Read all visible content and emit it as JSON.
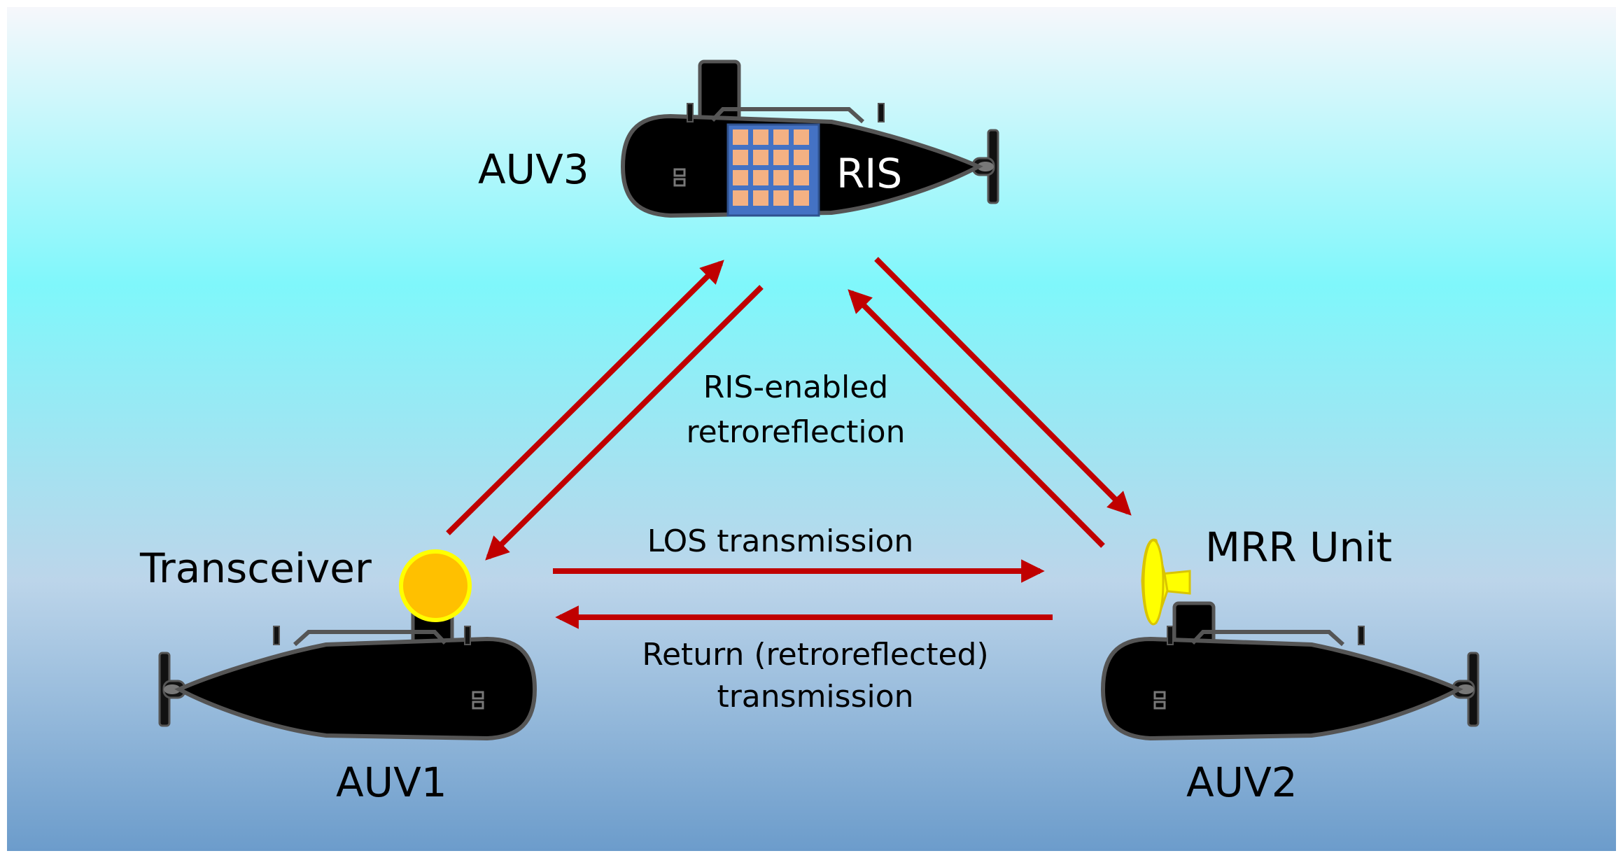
{
  "nodes": {
    "auv3": {
      "label": "AUV3",
      "device_label": "RIS"
    },
    "auv1": {
      "label": "AUV1",
      "device_label": "Transceiver"
    },
    "auv2": {
      "label": "AUV2",
      "device_label": "MRR Unit"
    }
  },
  "links": {
    "ris_path": {
      "line1": "RIS-enabled",
      "line2": "retroreflection"
    },
    "los": {
      "label": "LOS transmission"
    },
    "return": {
      "line1": "Return (retroreflected)",
      "line2": "transmission"
    }
  },
  "colors": {
    "water_top": "#f4f6fb",
    "water_mid": "#7ff7fb",
    "water_bottom": "#6f9fcc",
    "hull": "#000000",
    "hull_outline": "#555555",
    "arrow": "#c00000",
    "ris_panel": "#4472c4",
    "ris_cell": "#f4b183",
    "transceiver": "#ffc000",
    "transceiver_ring": "#ffff00",
    "mrr": "#ffff00"
  },
  "icons": {
    "submarine": "submarine-icon",
    "transceiver": "transceiver-icon",
    "mrr": "mrr-horn-icon",
    "ris": "ris-panel-icon"
  }
}
